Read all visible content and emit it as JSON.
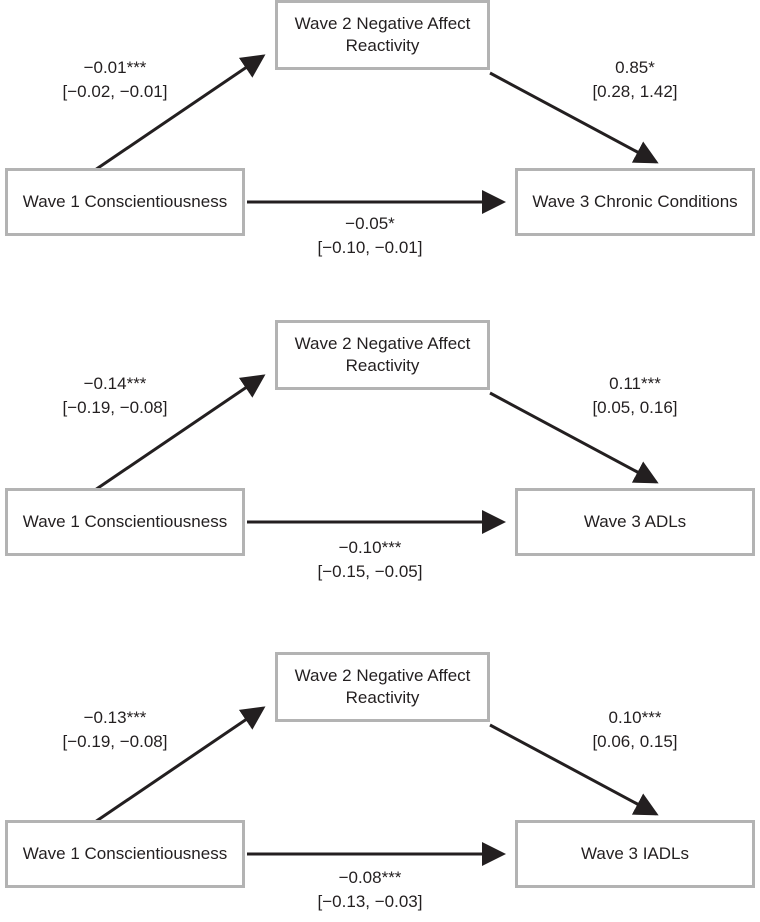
{
  "panels": [
    {
      "mediator_line1": "Wave 2 Negative Affect",
      "mediator_line2": "Reactivity",
      "predictor": "Wave 1 Conscientiousness",
      "outcome": "Wave 3 Chronic Conditions",
      "path_a": {
        "coef": "−0.01***",
        "ci": "[−0.02, −0.01]"
      },
      "path_b": {
        "coef": "0.85*",
        "ci": "[0.28, 1.42]"
      },
      "path_c": {
        "coef": "−0.05*",
        "ci": "[−0.10, −0.01]"
      }
    },
    {
      "mediator_line1": "Wave 2 Negative Affect",
      "mediator_line2": "Reactivity",
      "predictor": "Wave 1 Conscientiousness",
      "outcome": "Wave 3 ADLs",
      "path_a": {
        "coef": "−0.14***",
        "ci": "[−0.19, −0.08]"
      },
      "path_b": {
        "coef": "0.11***",
        "ci": "[0.05, 0.16]"
      },
      "path_c": {
        "coef": "−0.10***",
        "ci": "[−0.15, −0.05]"
      }
    },
    {
      "mediator_line1": "Wave 2 Negative Affect",
      "mediator_line2": "Reactivity",
      "predictor": "Wave 1 Conscientiousness",
      "outcome": "Wave 3 IADLs",
      "path_a": {
        "coef": "−0.13***",
        "ci": "[−0.19, −0.08]"
      },
      "path_b": {
        "coef": "0.10***",
        "ci": "[0.06, 0.15]"
      },
      "path_c": {
        "coef": "−0.08***",
        "ci": "[−0.13, −0.03]"
      }
    }
  ],
  "colors": {
    "box_border": "#b3b3b3",
    "arrow": "#231f20",
    "text": "#231f20"
  }
}
